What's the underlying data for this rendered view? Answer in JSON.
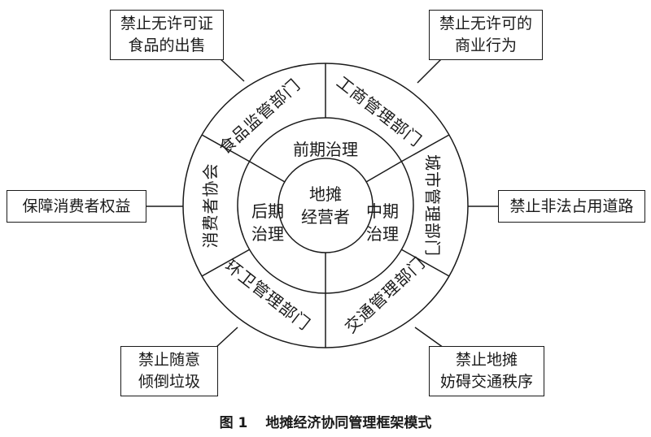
{
  "center": {
    "line1": "地摊",
    "line2": "经营者"
  },
  "stages": {
    "early": "前期治理",
    "mid": {
      "line1": "中期",
      "line2": "治理"
    },
    "late": {
      "line1": "后期",
      "line2": "治理"
    }
  },
  "departments": {
    "food": "食品监管部门",
    "industry": "工商管理部门",
    "city": "城市管理部门",
    "traffic": "交通管理部门",
    "environment": "环卫管理部门",
    "consumer": "消费者协会"
  },
  "boxes": {
    "top_left": {
      "line1": "禁止无许可证",
      "line2": "食品的出售"
    },
    "top_right": {
      "line1": "禁止无许可的",
      "line2": "商业行为"
    },
    "left": {
      "line1": "保障消费者权益"
    },
    "right": {
      "line1": "禁止非法占用道路"
    },
    "bottom_left": {
      "line1": "禁止随意",
      "line2": "倾倒垃圾"
    },
    "bottom_right": {
      "line1": "禁止地摊",
      "line2": "妨碍交通秩序"
    }
  },
  "caption": {
    "number": "图 1",
    "title": "地摊经济协同管理框架模式"
  }
}
